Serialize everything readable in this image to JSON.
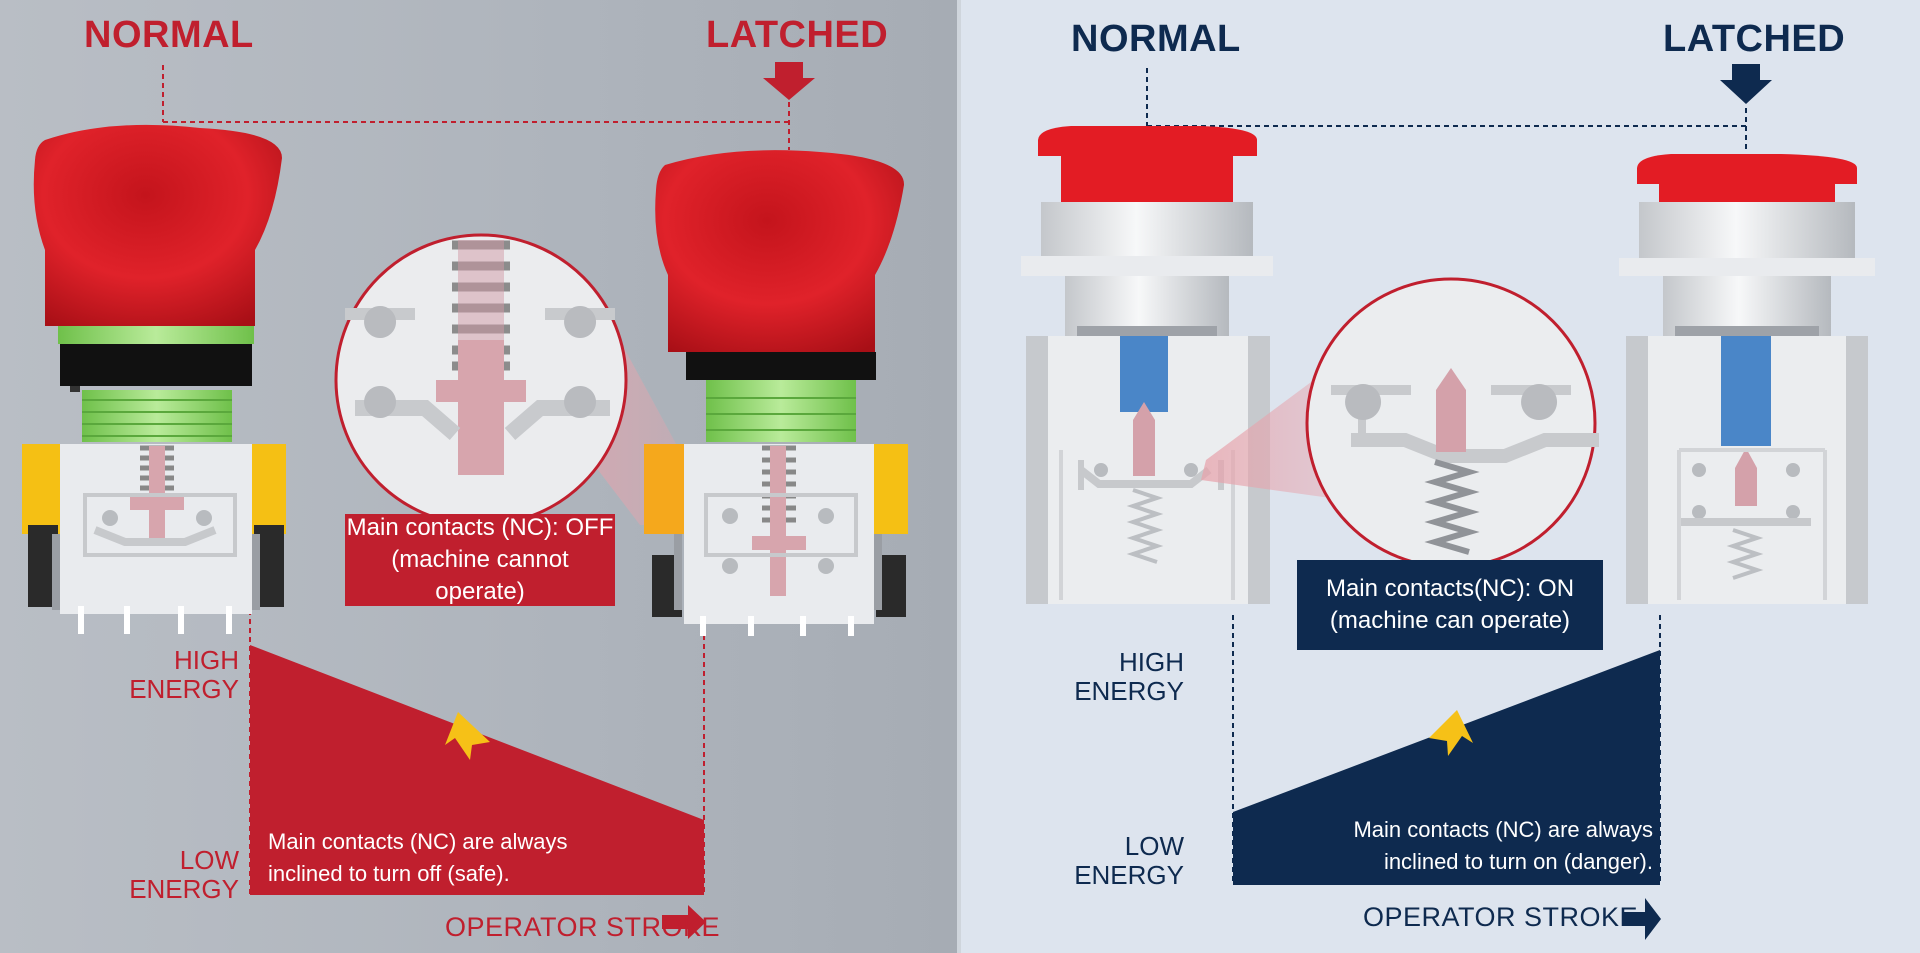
{
  "left": {
    "normal_title": "NORMAL",
    "latched_title": "LATCHED",
    "high_energy": [
      "HIGH",
      "ENERGY"
    ],
    "low_energy": [
      "LOW",
      "ENERGY"
    ],
    "callout": [
      "Main contacts (NC): OFF",
      "(machine cannot operate)"
    ],
    "note": [
      "Main contacts (NC) are always",
      "inclined to turn off (safe)."
    ],
    "stroke_label": "OPERATOR STROKE"
  },
  "right": {
    "normal_title": "NORMAL",
    "latched_title": "LATCHED",
    "high_energy": [
      "HIGH",
      "ENERGY"
    ],
    "low_energy": [
      "LOW",
      "ENERGY"
    ],
    "callout": [
      "Main contacts(NC): ON",
      "(machine can operate)"
    ],
    "note": [
      "Main contacts (NC) are always",
      "inclined to turn on (danger)."
    ],
    "stroke_label": "OPERATOR STROKE"
  },
  "colors": {
    "left_accent": "#c01f2e",
    "right_accent": "#0e2a4f",
    "energy_arrow": "#f6c117",
    "mushroom_red": "#e31c24",
    "actuator_blue": "#4a86c8",
    "ring_green": "#7fcf57"
  },
  "icons": [
    "down-arrow-icon",
    "right-arrow-icon",
    "energy-arrow-icon",
    "magnifier-circle-icon",
    "spring-icon"
  ]
}
